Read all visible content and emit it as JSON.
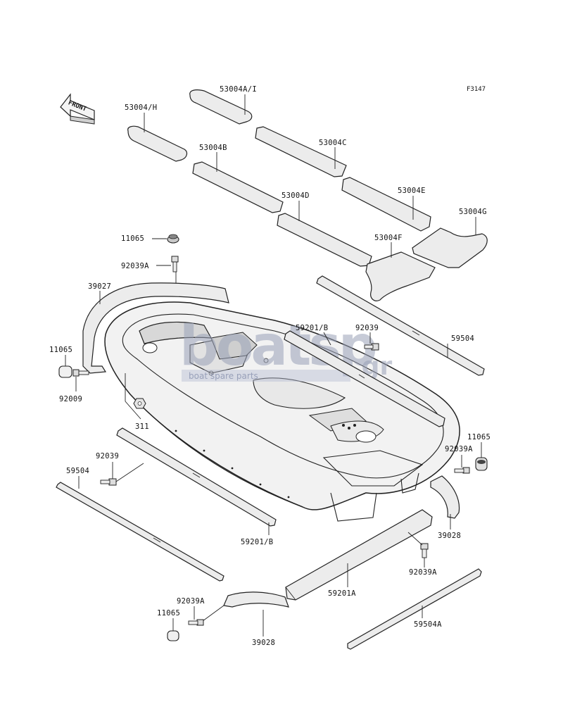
{
  "figure_ref": "F3147",
  "front_arrow_label": "FRONT",
  "watermark": {
    "brand": "boatsp",
    "tld": ".gr",
    "tagline": "boat spare parts"
  },
  "parts": {
    "p53004AI": "53004A/I",
    "p53004H": "53004/H",
    "p53004C": "53004C",
    "p53004B": "53004B",
    "p53004E": "53004E",
    "p53004D": "53004D",
    "p53004G": "53004G",
    "p53004F": "53004F",
    "p11065_top": "11065",
    "p92039A_top": "92039A",
    "p39027": "39027",
    "p59201B_upper": "59201/B",
    "p92039_upper": "92039",
    "p59504_upper": "59504",
    "p11065_left": "11065",
    "p92009": "92009",
    "p311": "311",
    "p11065_right": "11065",
    "p92039A_right": "92039A",
    "p92039_lower": "92039",
    "p59504_lower": "59504",
    "p39028_right": "39028",
    "p59201B_lower": "59201/B",
    "p92039A_lower": "92039A",
    "p59201A": "59201A",
    "p92039A_bottom": "92039A",
    "p11065_bottom": "11065",
    "p59504A": "59504A",
    "p39028_bottom": "39028"
  }
}
